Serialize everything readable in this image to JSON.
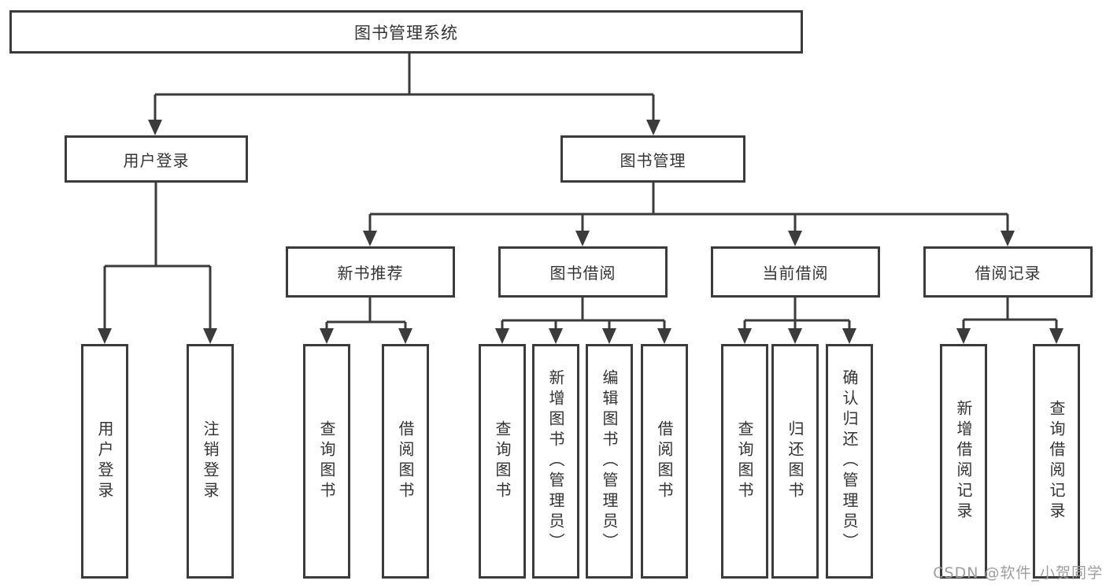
{
  "diagram": {
    "type": "hierarchy-tree",
    "colors": {
      "line": "#3b3b3b",
      "box_border": "#3b3b3b",
      "box_fill": "#ffffff",
      "text": "#333333",
      "background": "#ffffff",
      "watermark": "#9e9e9e"
    },
    "tree": {
      "label": "图书管理系统",
      "children": [
        {
          "label": "用户登录",
          "children": [
            {
              "label": "用户登录"
            },
            {
              "label": "注销登录"
            }
          ]
        },
        {
          "label": "图书管理",
          "children": [
            {
              "label": "新书推荐",
              "children": [
                {
                  "label": "查询图书"
                },
                {
                  "label": "借阅图书"
                }
              ]
            },
            {
              "label": "图书借阅",
              "children": [
                {
                  "label": "查询图书"
                },
                {
                  "label": "新增图书（管理员）"
                },
                {
                  "label": "编辑图书（管理员）"
                },
                {
                  "label": "借阅图书"
                }
              ]
            },
            {
              "label": "当前借阅",
              "children": [
                {
                  "label": "查询图书"
                },
                {
                  "label": "归还图书"
                },
                {
                  "label": "确认归还（管理员）"
                }
              ]
            },
            {
              "label": "借阅记录",
              "children": [
                {
                  "label": "新增借阅记录"
                },
                {
                  "label": "查询借阅记录"
                }
              ]
            }
          ]
        }
      ]
    }
  },
  "watermark": {
    "text": "CSDN @软件_小贺同学"
  }
}
